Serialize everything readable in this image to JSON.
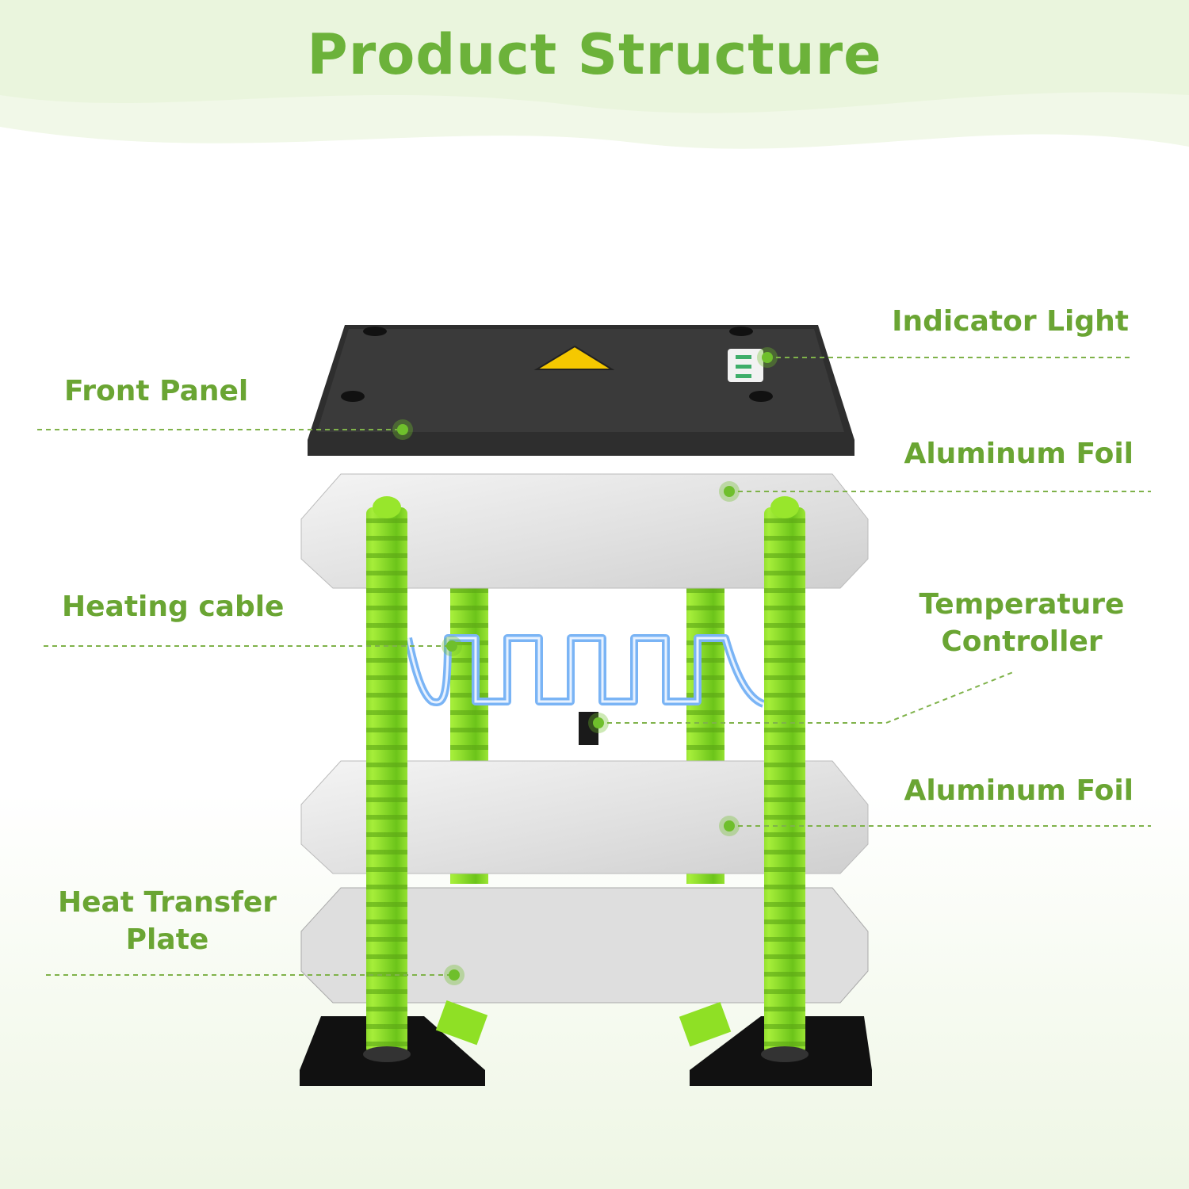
{
  "title": "Product Structure",
  "colors": {
    "accent": "#6cb23a",
    "label": "#6aa533",
    "panel": "#2b2b2b",
    "foil": "#e6e6e6",
    "post": "#8fe025",
    "cable": "#6aa8f0"
  },
  "labels": {
    "front_panel": "Front Panel",
    "indicator_light": "Indicator Light",
    "aluminum_foil_top": "Aluminum Foil",
    "heating_cable": "Heating cable",
    "temperature_controller_line1": "Temperature",
    "temperature_controller_line2": "Controller",
    "aluminum_foil_bottom": "Aluminum Foil",
    "heat_transfer_plate_line1": "Heat Transfer",
    "heat_transfer_plate_line2": "Plate"
  }
}
